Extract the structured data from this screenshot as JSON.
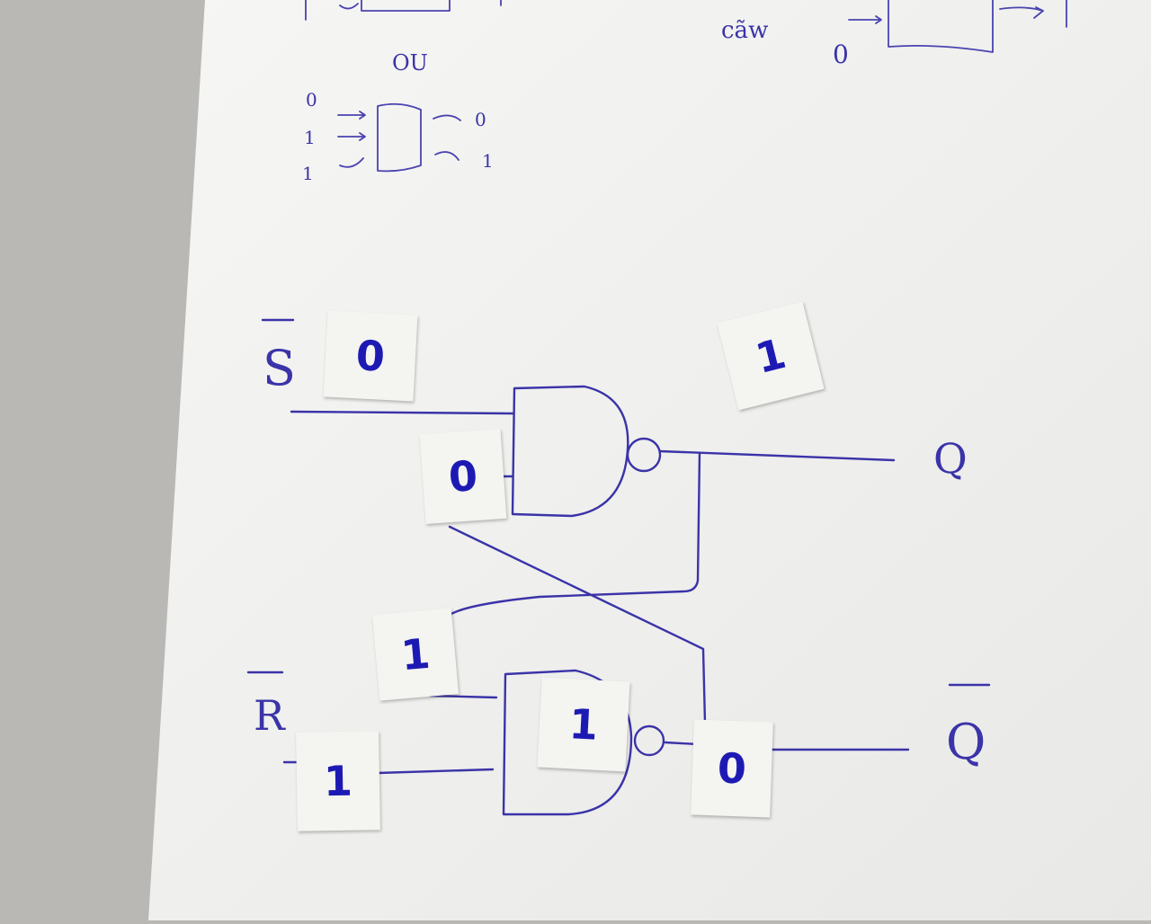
{
  "colors": {
    "paper": "#f1f1ef",
    "background": "#b9b8b4",
    "ink": "#3b33a8",
    "marker": "#1d1ab4"
  },
  "sketch_top": {
    "gate_label": "OU",
    "inputs_left": [
      "0",
      "1",
      "1"
    ],
    "outputs_right": [
      "0",
      "1"
    ],
    "top_right_label": "cãw",
    "top_right_input": "0"
  },
  "labels": {
    "s_bar": "S",
    "r_bar": "R",
    "q": "Q",
    "q_bar": "Q"
  },
  "cards": {
    "s_input": "0",
    "q_output": "1",
    "nand1_feedback_input": "0",
    "nand2_feedback_input": "1",
    "r_input": "1",
    "nand2_body": "1",
    "q_bar_output": "0"
  }
}
